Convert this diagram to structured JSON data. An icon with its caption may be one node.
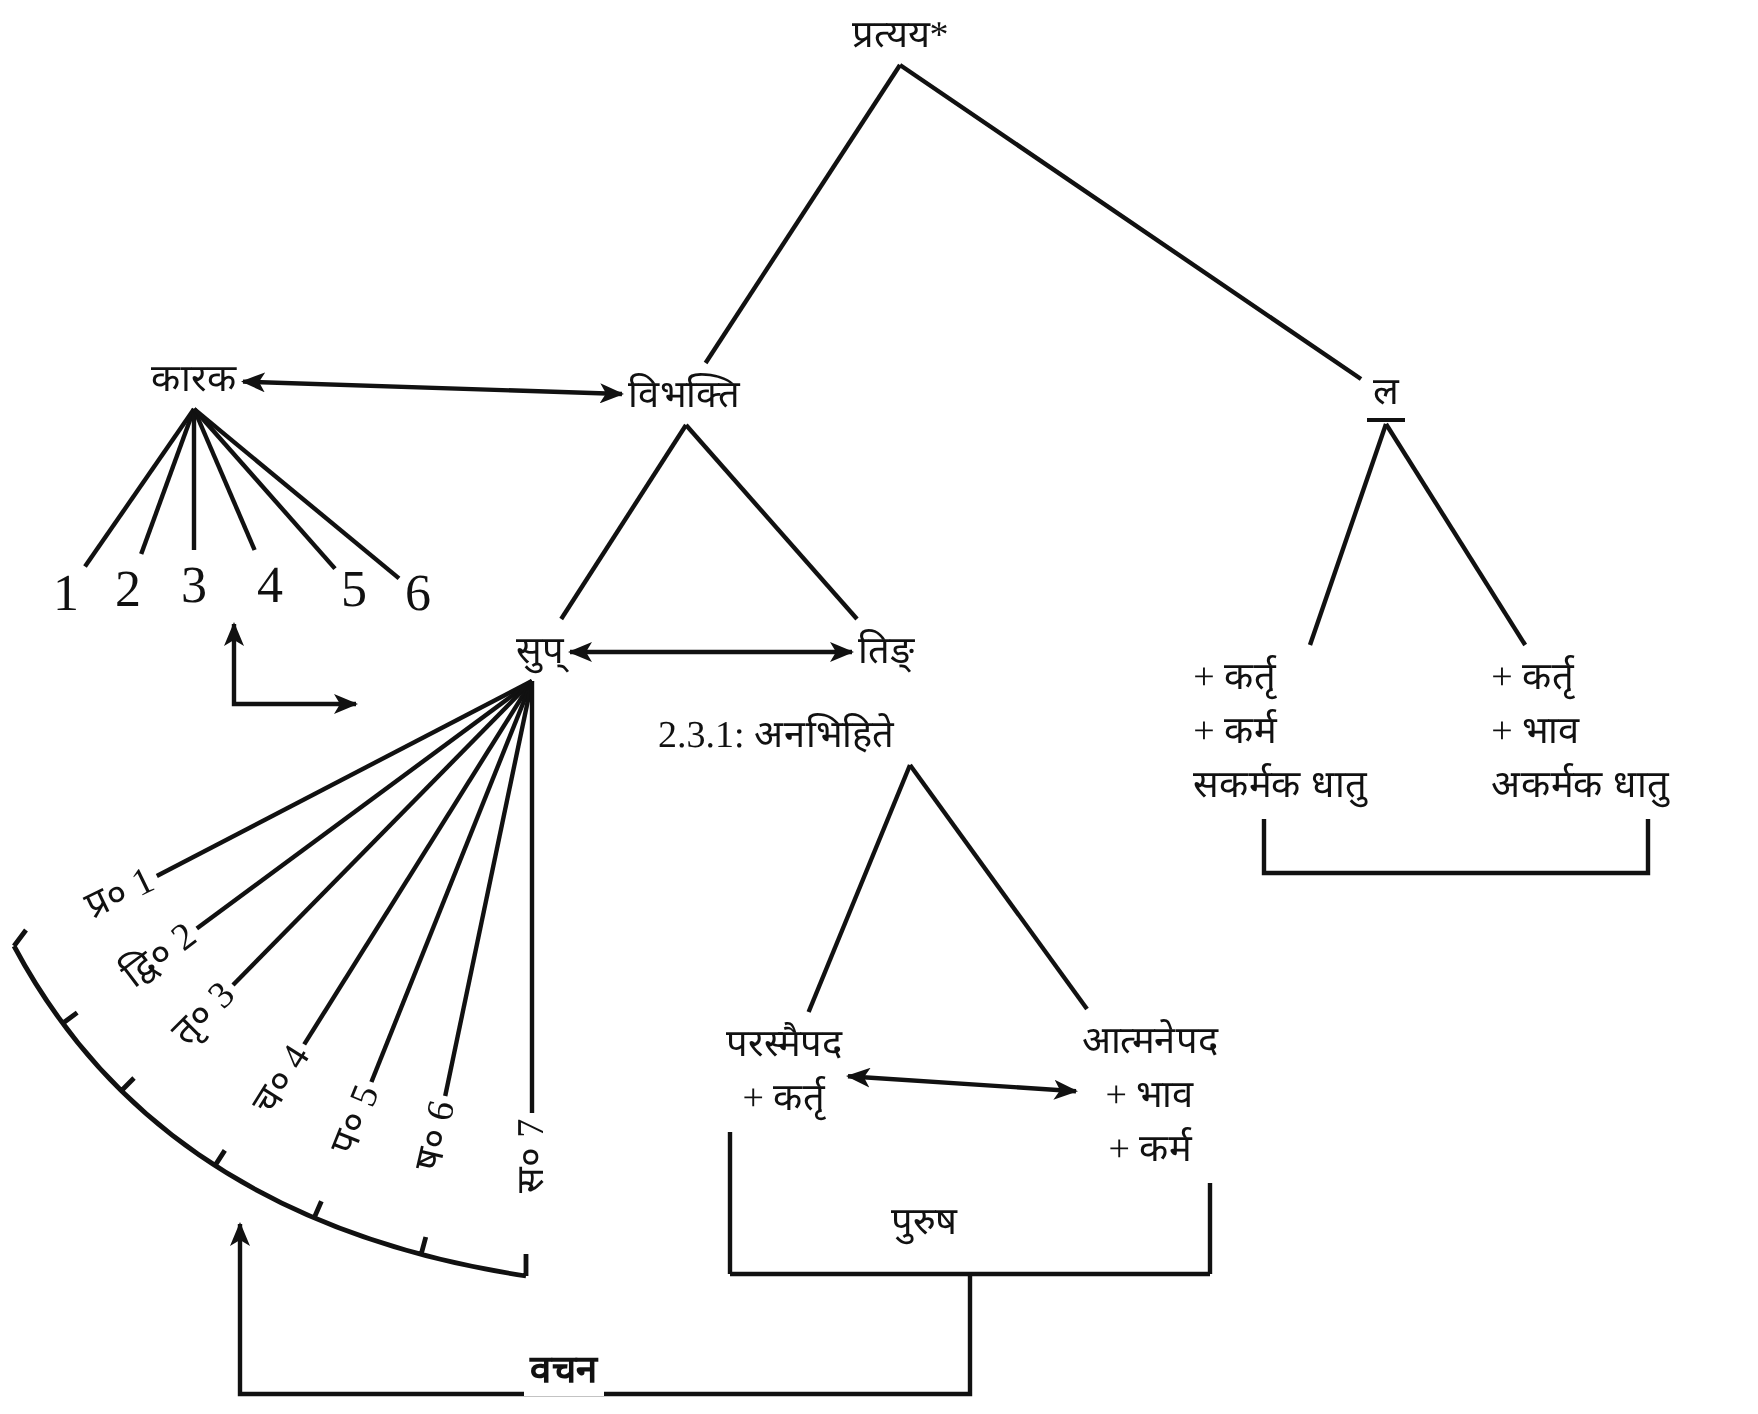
{
  "diagram": {
    "nodes": [
      {
        "text": [
          "प्रत्यय*"
        ]
      },
      {
        "text": [
          "विभक्ति"
        ]
      },
      {
        "text": [
          "ल"
        ]
      },
      {
        "text": [
          "कारक"
        ]
      },
      {
        "text": [
          "1"
        ]
      },
      {
        "text": [
          "2"
        ]
      },
      {
        "text": [
          "3"
        ]
      },
      {
        "text": [
          "4"
        ]
      },
      {
        "text": [
          "5"
        ]
      },
      {
        "text": [
          "6"
        ]
      },
      {
        "text": [
          "सुप्"
        ]
      },
      {
        "text": [
          "तिङ्"
        ]
      },
      {
        "text": [
          "2.3.1: अनभिहिते"
        ]
      },
      {
        "text": [
          "परस्मैपद",
          "+ कर्तृ"
        ]
      },
      {
        "text": [
          "आत्मनेपद",
          "+ भाव",
          "+ कर्म"
        ]
      },
      {
        "text": [
          "+ कर्तृ",
          "+ कर्म",
          "सकर्मक धातु"
        ]
      },
      {
        "text": [
          "+ कर्तृ",
          "+ भाव",
          "अकर्मक धातु"
        ]
      },
      {
        "text": [
          "प्र० 1"
        ]
      },
      {
        "text": [
          "द्वि० 2"
        ]
      },
      {
        "text": [
          "तृ० 3"
        ]
      },
      {
        "text": [
          "च० 4"
        ]
      },
      {
        "text": [
          "प० 5"
        ]
      },
      {
        "text": [
          "ष० 6"
        ]
      },
      {
        "text": [
          "स० 7"
        ]
      }
    ],
    "edges": [
      {
        "from": 0,
        "to": 1,
        "arrow": "none"
      },
      {
        "from": 0,
        "to": 2,
        "arrow": "none"
      },
      {
        "from": 3,
        "to": 1,
        "arrow": "both"
      },
      {
        "from": 1,
        "to": 10,
        "arrow": "none"
      },
      {
        "from": 1,
        "to": 11,
        "arrow": "none"
      },
      {
        "from": 3,
        "to": 4,
        "arrow": "none"
      },
      {
        "from": 3,
        "to": 5,
        "arrow": "none"
      },
      {
        "from": 3,
        "to": 6,
        "arrow": "none"
      },
      {
        "from": 3,
        "to": 7,
        "arrow": "none"
      },
      {
        "from": 3,
        "to": 8,
        "arrow": "none"
      },
      {
        "from": 3,
        "to": 9,
        "arrow": "none"
      },
      {
        "from": 10,
        "to": 11,
        "arrow": "both"
      },
      {
        "from": 12,
        "to": 13,
        "arrow": "none"
      },
      {
        "from": 12,
        "to": 14,
        "arrow": "none"
      },
      {
        "from": 13,
        "to": 14,
        "arrow": "both"
      },
      {
        "from": 2,
        "to": 15,
        "arrow": "none"
      },
      {
        "from": 2,
        "to": 16,
        "arrow": "none"
      },
      {
        "from": 10,
        "to": 17,
        "arrow": "none"
      },
      {
        "from": 10,
        "to": 18,
        "arrow": "none"
      },
      {
        "from": 10,
        "to": 19,
        "arrow": "none"
      },
      {
        "from": 10,
        "to": 20,
        "arrow": "none"
      },
      {
        "from": 10,
        "to": 21,
        "arrow": "none"
      },
      {
        "from": 10,
        "to": 22,
        "arrow": "none"
      },
      {
        "from": 10,
        "to": 23,
        "arrow": "none"
      },
      {
        "from": 6,
        "to": null,
        "arrow": "both"
      },
      {
        "from": 13,
        "to": null,
        "arrow": "to",
        "label": "पुरुष"
      },
      {
        "from": 14,
        "to": null,
        "arrow": "to",
        "label": "वचन"
      },
      {
        "from": 15,
        "to": 16,
        "arrow": "none"
      }
    ]
  }
}
